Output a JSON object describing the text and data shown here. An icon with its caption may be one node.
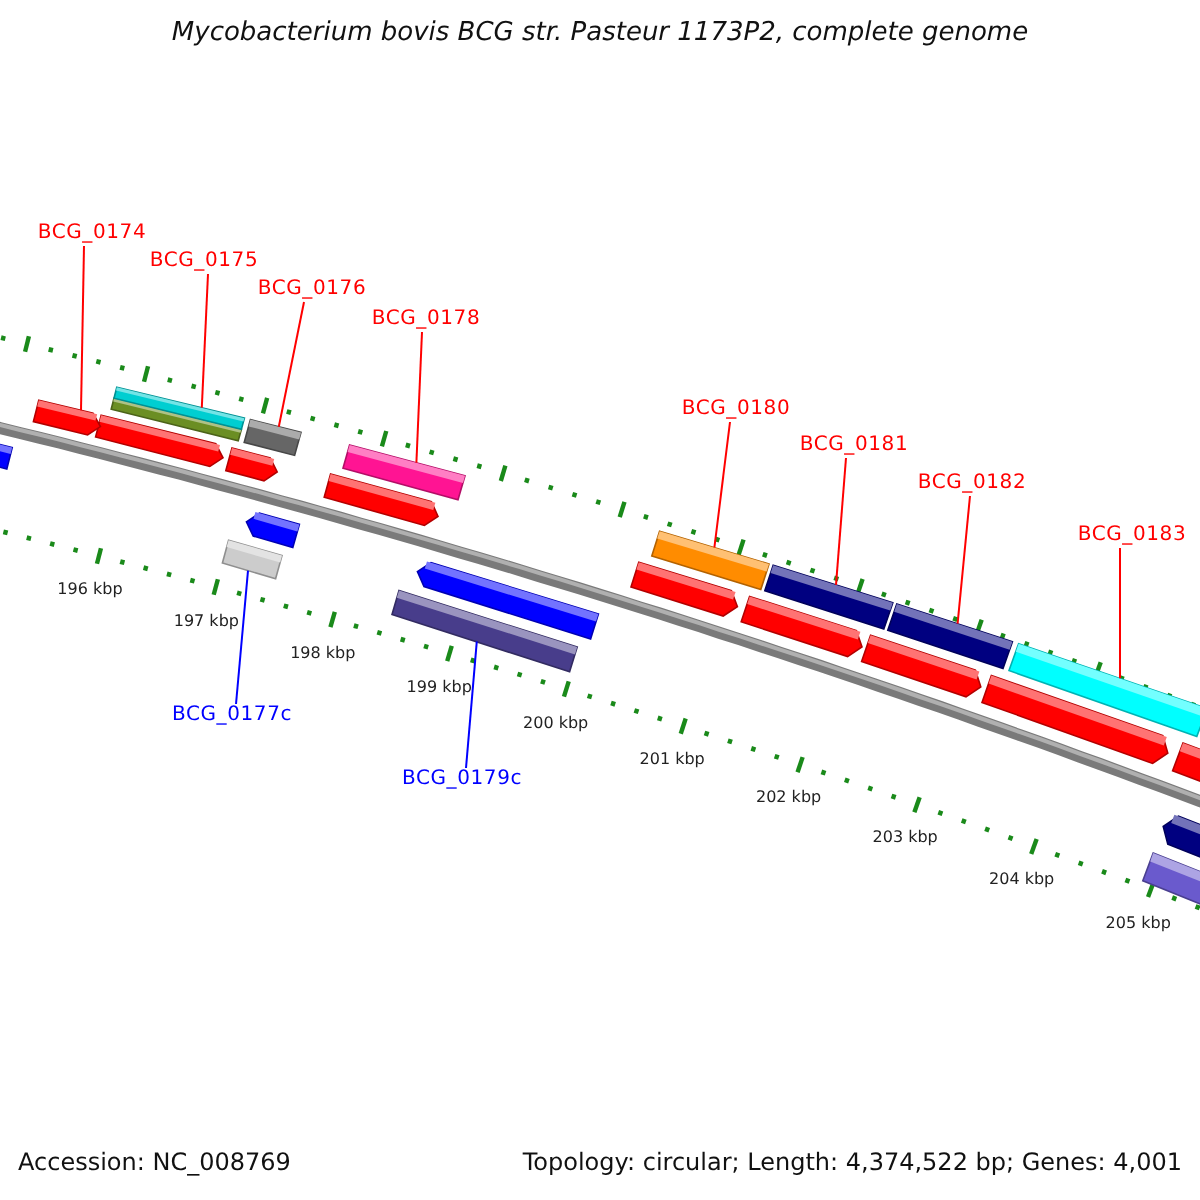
{
  "diagram": {
    "title": "Mycobacterium bovis BCG str. Pasteur 1173P2, complete genome",
    "nodes": [
      {
        "text": [
          "BCG_0174"
        ]
      },
      {
        "text": [
          "BCG_0175"
        ]
      },
      {
        "text": [
          "BCG_0176"
        ]
      },
      {
        "text": [
          "BCG_0178"
        ]
      },
      {
        "text": [
          "BCG_0180"
        ]
      },
      {
        "text": [
          "BCG_0181"
        ]
      },
      {
        "text": [
          "BCG_0182"
        ]
      },
      {
        "text": [
          "BCG_0183"
        ]
      },
      {
        "text": [
          "BCG_0177c"
        ]
      },
      {
        "text": [
          "BCG_0179c"
        ]
      },
      {
        "text": [],
        "shape": "bar"
      },
      {
        "text": [],
        "shape": "bar"
      },
      {
        "text": [],
        "shape": "bar"
      },
      {
        "text": [],
        "shape": "bar"
      },
      {
        "text": [],
        "shape": "bar"
      },
      {
        "text": [],
        "shape": "bar"
      },
      {
        "text": [],
        "shape": "bar"
      },
      {
        "text": [],
        "shape": "bar"
      },
      {
        "text": [],
        "shape": "bar"
      },
      {
        "text": [],
        "shape": "bar"
      }
    ],
    "edges": [
      {
        "from": 0,
        "to": 10,
        "arrow": "none"
      },
      {
        "from": 1,
        "to": 11,
        "arrow": "none"
      },
      {
        "from": 2,
        "to": 12,
        "arrow": "none"
      },
      {
        "from": 8,
        "to": 13,
        "arrow": "none",
        "color": "#0000ff"
      },
      {
        "from": 3,
        "to": 14,
        "arrow": "none"
      },
      {
        "from": 9,
        "to": 15,
        "arrow": "none",
        "color": "#0000ff"
      },
      {
        "from": 4,
        "to": 16,
        "arrow": "none"
      },
      {
        "from": 5,
        "to": 17,
        "arrow": "none"
      },
      {
        "from": 6,
        "to": 18,
        "arrow": "none"
      },
      {
        "from": 7,
        "to": 19,
        "arrow": "none"
      }
    ],
    "labels": [
      "196 kbp",
      "197 kbp",
      "198 kbp",
      "199 kbp",
      "200 kbp",
      "201 kbp",
      "202 kbp",
      "203 kbp",
      "204 kbp",
      "205 kbp",
      "Accession: NC_008769",
      "Topology: circular; Length: 4,374,522 bp; Genes: 4,001"
    ]
  }
}
